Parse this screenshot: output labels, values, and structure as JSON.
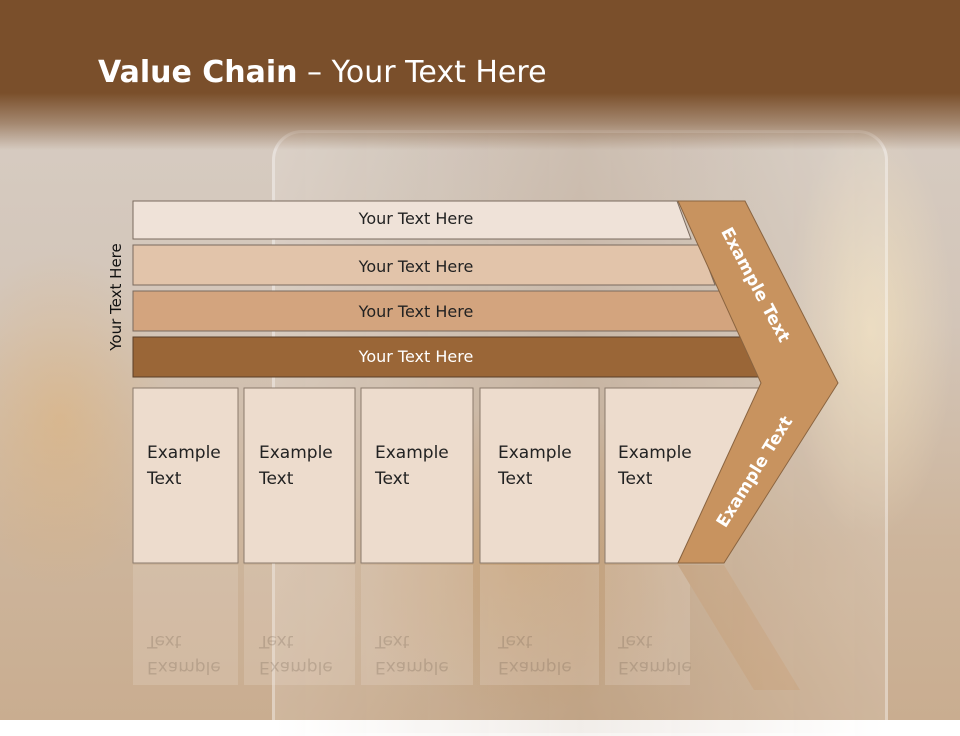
{
  "slide": {
    "title_bold": "Value Chain",
    "title_rest": " – Your Text Here",
    "side_label": "Your Text Here"
  },
  "bars": [
    {
      "label": "Your Text Here",
      "color": "#efe2d8"
    },
    {
      "label": "Your Text Here",
      "color": "#e2c4aa"
    },
    {
      "label": "Your Text Here",
      "color": "#d3a47e"
    },
    {
      "label": "Your Text Here",
      "color": "#9a6637"
    }
  ],
  "boxes": [
    {
      "label": "Example Text"
    },
    {
      "label": "Example Text"
    },
    {
      "label": "Example Text"
    },
    {
      "label": "Example Text"
    },
    {
      "label": "Example Text"
    }
  ],
  "chevron": {
    "top_label": "Example Text",
    "bottom_label": "Example Text",
    "color": "#c8935f"
  }
}
